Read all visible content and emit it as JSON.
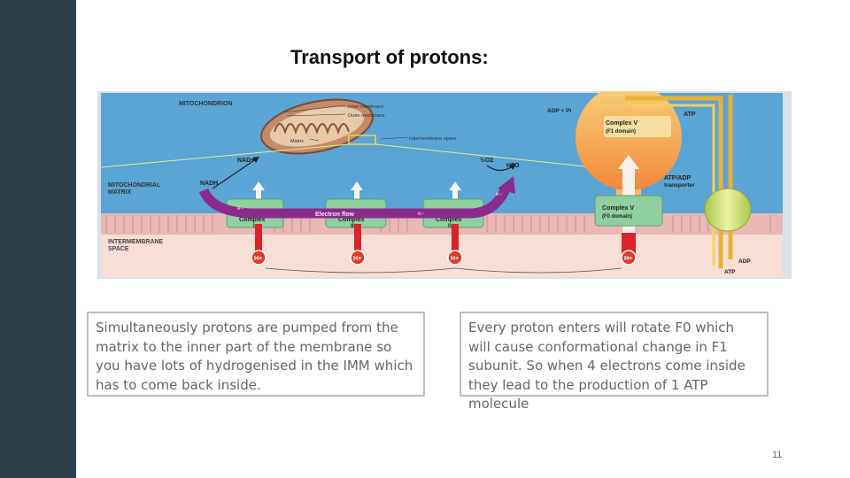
{
  "slide": {
    "title": "Transport of protons:",
    "page_number": "11",
    "left_text": "Simultaneously protons are pumped from the matrix to the inner part of the membrane so you have lots of hydrogenised in the IMM which has to come back inside.",
    "right_text": "Every proton enters will rotate F0 which will cause conformational change in F1 subunit. So when 4 electrons come inside they lead to the production of 1 ATP molecule"
  },
  "figure": {
    "mitochondrion": "MITOCHONDRION",
    "inner_membrane": "Inner membrane",
    "outer_membrane": "Outer membrane",
    "matrix_small": "Matrix",
    "intermembrane_space_small": "Intermembrane space",
    "nad": "NAD+",
    "nadh": "NADH",
    "mito_matrix_line1": "MITOCHONDRIAL",
    "mito_matrix_line2": "MATRIX",
    "half_o2": "½O2",
    "h2o": "H2O",
    "adp_pi": "ADP + Pi",
    "complex_v_f1_line1": "Complex V",
    "complex_v_f1_line2": "(F1 domain)",
    "atp_top": "ATP",
    "atp_adp_transporter_line1": "ATP/ADP",
    "atp_adp_transporter_line2": "transporter",
    "complex_v_f0_line1": "Complex V",
    "complex_v_f0_line2": "(F0 domain)",
    "electron": "e−",
    "electron_flow": "Electron flow",
    "complex_1": "Complex",
    "complex_1_num": "I",
    "complex_3": "Complex",
    "complex_3_num": "III",
    "complex_4": "Complex",
    "complex_4_num": "IV",
    "ims_line1": "INTERMEMBRANE",
    "ims_line2": "SPACE",
    "h_plus": "H+",
    "adp_bottom": "ADP",
    "atp_bottom": "ATP",
    "colors": {
      "matrix": "#5aa5d6",
      "membrane": "#e9b8b4",
      "ims": "#f8ded6",
      "complex": "#8fcfa0",
      "electron_flow": "#8a2a8c",
      "proton": "#e23a2a",
      "atp_synthase": "#f6a04a",
      "transporter": "#cfd86a"
    }
  }
}
